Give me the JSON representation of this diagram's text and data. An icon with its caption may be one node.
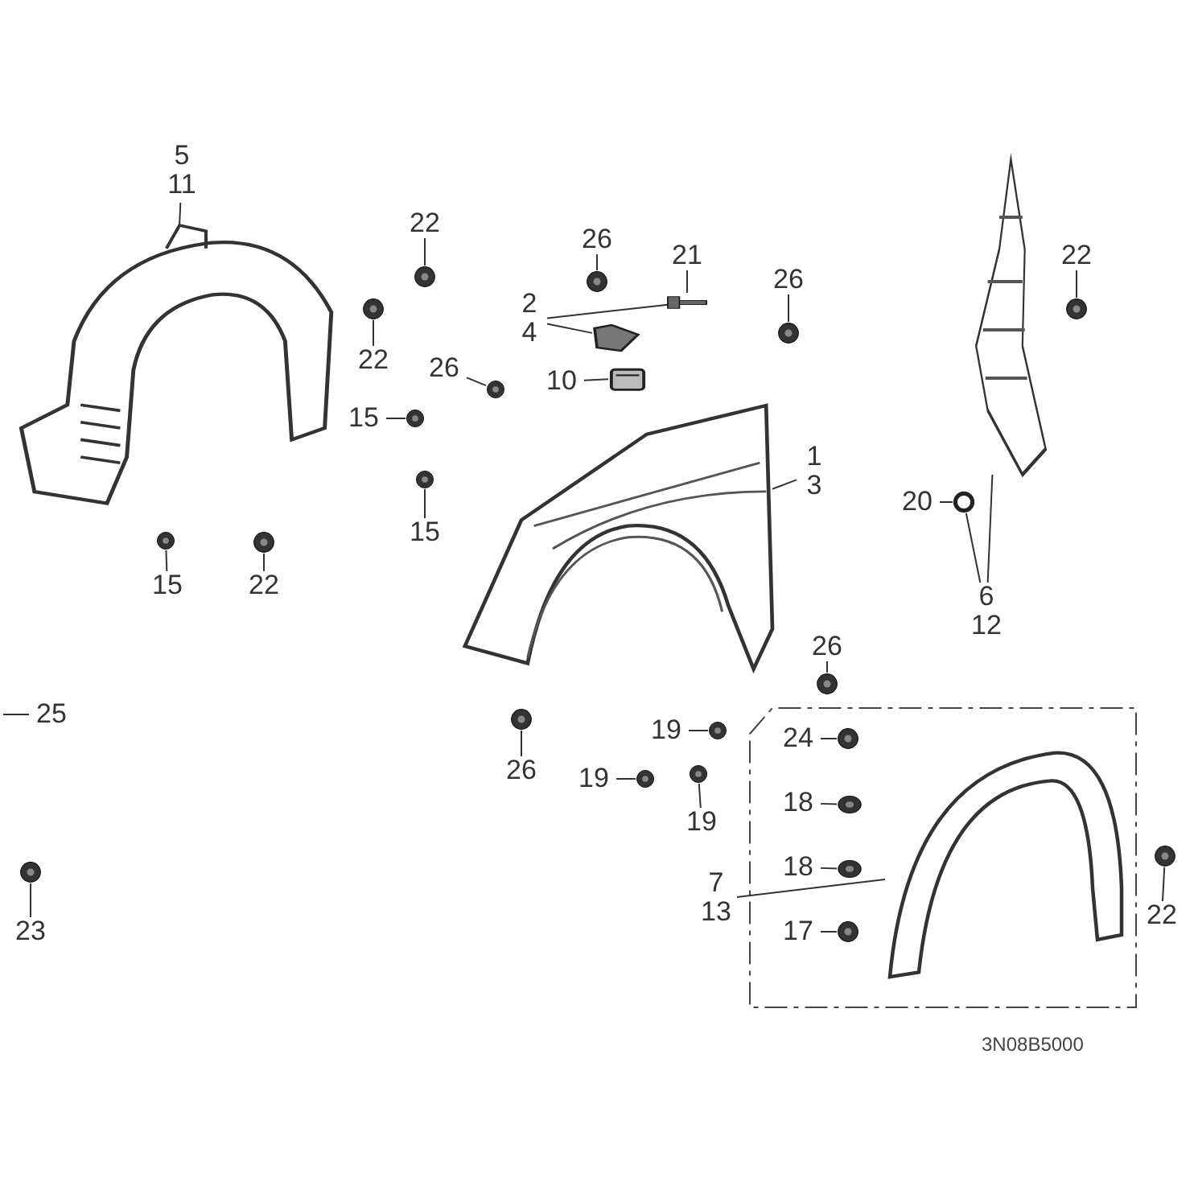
{
  "diagram": {
    "nodes": [
      {
        "text": [
          "5",
          "11"
        ]
      },
      {
        "text": [],
        "shape": "picture"
      },
      {
        "text": [
          "22"
        ]
      },
      {
        "text": [],
        "shape": "picture"
      },
      {
        "text": [
          "22"
        ]
      },
      {
        "text": [],
        "shape": "picture"
      },
      {
        "text": [
          "15"
        ]
      },
      {
        "text": [],
        "shape": "picture"
      },
      {
        "text": [
          "22"
        ]
      },
      {
        "text": [],
        "shape": "picture"
      },
      {
        "text": [
          "15"
        ]
      },
      {
        "text": [],
        "shape": "picture"
      },
      {
        "text": [
          "15"
        ]
      },
      {
        "text": [],
        "shape": "picture"
      },
      {
        "text": [
          "26"
        ]
      },
      {
        "text": [],
        "shape": "picture"
      },
      {
        "text": [
          "2",
          "4"
        ]
      },
      {
        "text": [],
        "shape": "picture"
      },
      {
        "text": [
          "21"
        ]
      },
      {
        "text": [],
        "shape": "picture"
      },
      {
        "text": [
          "26"
        ]
      },
      {
        "text": [],
        "shape": "picture"
      },
      {
        "text": [
          "10"
        ]
      },
      {
        "text": [],
        "shape": "box"
      },
      {
        "text": [
          "26"
        ]
      },
      {
        "text": [],
        "shape": "picture"
      },
      {
        "text": [
          "1",
          "3"
        ]
      },
      {
        "text": [],
        "shape": "picture"
      },
      {
        "text": [
          "19"
        ]
      },
      {
        "text": [],
        "shape": "picture"
      },
      {
        "text": [
          "19"
        ]
      },
      {
        "text": [],
        "shape": "picture"
      },
      {
        "text": [
          "19"
        ]
      },
      {
        "text": [],
        "shape": "picture"
      },
      {
        "text": [
          "26"
        ]
      },
      {
        "text": [],
        "shape": "picture"
      },
      {
        "text": [
          "26"
        ]
      },
      {
        "text": [],
        "shape": "picture"
      },
      {
        "text": [
          "22"
        ]
      },
      {
        "text": [],
        "shape": "picture"
      },
      {
        "text": [],
        "shape": "picture"
      },
      {
        "text": [
          "20"
        ]
      },
      {
        "text": [],
        "shape": "circle"
      },
      {
        "text": [
          "6",
          "12"
        ]
      },
      {
        "text": [
          "25"
        ]
      },
      {
        "text": [
          "23"
        ]
      },
      {
        "text": [],
        "shape": "picture"
      },
      {
        "text": [
          "24"
        ]
      },
      {
        "text": [],
        "shape": "picture"
      },
      {
        "text": [
          "18"
        ]
      },
      {
        "text": [],
        "shape": "picture"
      },
      {
        "text": [
          "18"
        ]
      },
      {
        "text": [],
        "shape": "picture"
      },
      {
        "text": [
          "17"
        ]
      },
      {
        "text": [],
        "shape": "picture"
      },
      {
        "text": [
          "7",
          "13"
        ]
      },
      {
        "text": [],
        "shape": "picture"
      },
      {
        "text": [
          "22"
        ]
      },
      {
        "text": [],
        "shape": "picture"
      }
    ],
    "edges": [
      {
        "from": 0,
        "to": 1,
        "arrow": "none"
      },
      {
        "from": 2,
        "to": 3,
        "arrow": "none"
      },
      {
        "from": 4,
        "to": 5,
        "arrow": "none"
      },
      {
        "from": 6,
        "to": 7,
        "arrow": "none"
      },
      {
        "from": 8,
        "to": 9,
        "arrow": "none"
      },
      {
        "from": 10,
        "to": 11,
        "arrow": "none"
      },
      {
        "from": 12,
        "to": 13,
        "arrow": "none"
      },
      {
        "from": 14,
        "to": 15,
        "arrow": "none"
      },
      {
        "from": 16,
        "to": 17,
        "arrow": "none"
      },
      {
        "from": 16,
        "to": 19,
        "arrow": "none"
      },
      {
        "from": 18,
        "to": 19,
        "arrow": "none"
      },
      {
        "from": 20,
        "to": 21,
        "arrow": "none"
      },
      {
        "from": 22,
        "to": 23,
        "arrow": "none"
      },
      {
        "from": 24,
        "to": 25,
        "arrow": "none"
      },
      {
        "from": 26,
        "to": 27,
        "arrow": "none"
      },
      {
        "from": 28,
        "to": 29,
        "arrow": "none"
      },
      {
        "from": 30,
        "to": 31,
        "arrow": "none"
      },
      {
        "from": 32,
        "to": 33,
        "arrow": "none"
      },
      {
        "from": 34,
        "to": 35,
        "arrow": "none"
      },
      {
        "from": 36,
        "to": 37,
        "arrow": "none"
      },
      {
        "from": 38,
        "to": 39,
        "arrow": "none"
      },
      {
        "from": 41,
        "to": 42,
        "arrow": "none"
      },
      {
        "from": 43,
        "to": 40,
        "arrow": "none"
      },
      {
        "from": 43,
        "to": 42,
        "arrow": "none"
      },
      {
        "from": 44,
        "to": null,
        "arrow": "none"
      },
      {
        "from": 45,
        "to": 46,
        "arrow": "none"
      },
      {
        "from": 47,
        "to": 48,
        "arrow": "none"
      },
      {
        "from": 49,
        "to": 50,
        "arrow": "none"
      },
      {
        "from": 51,
        "to": 52,
        "arrow": "none"
      },
      {
        "from": 53,
        "to": 54,
        "arrow": "none"
      },
      {
        "from": 55,
        "to": 56,
        "arrow": "none"
      },
      {
        "from": 57,
        "to": 58,
        "arrow": "none"
      }
    ],
    "labels": [
      "3N08B5000"
    ]
  }
}
